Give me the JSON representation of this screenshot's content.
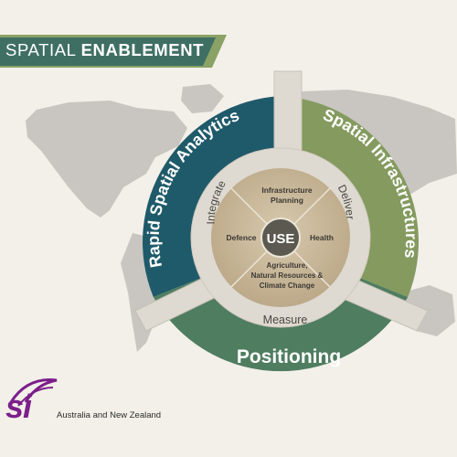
{
  "banner": {
    "title_light": "SPATIAL ",
    "title_bold": "ENABLEMENT"
  },
  "diagram": {
    "outer_ring": {
      "left": "Rapid Spatial Analytics",
      "right": "Spatial Infrastructures",
      "bottom": "Positioning"
    },
    "middle_ring": {
      "left": "Integrate",
      "right": "Deliver",
      "bottom": "Measure"
    },
    "core": {
      "center": "USE",
      "top_line1": "Infrastructure",
      "top_line2": "Planning",
      "left": "Defence",
      "right": "Health",
      "bottom_line1": "Agriculture,",
      "bottom_line2": "Natural Resources &",
      "bottom_line3": "Climate Change"
    }
  },
  "logo": {
    "mark": "si",
    "tagline": "Australia and New Zealand"
  },
  "colors": {
    "background": "#f3f0e9",
    "map": "#c9c6c1",
    "teal": "#1f5a6a",
    "olive": "#849a5f",
    "green": "#4f7d60",
    "ring_light": "#dedad1",
    "core_tan": "#c9b89c",
    "center_dark": "#5b5950",
    "logo_purple": "#7b1f8a"
  }
}
